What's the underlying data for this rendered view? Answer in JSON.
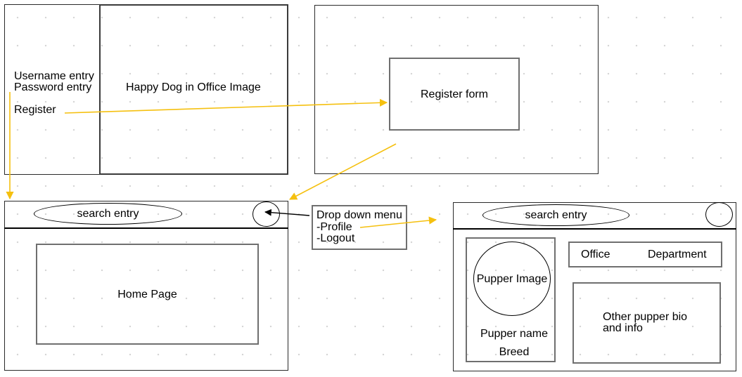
{
  "login_screen": {
    "username": "Username entry",
    "password": "Password entry",
    "register": "Register",
    "image": "Happy Dog in Office Image"
  },
  "register_screen": {
    "form": "Register form"
  },
  "home_screen": {
    "search": "search entry",
    "content": "Home Page"
  },
  "dropdown": {
    "title": "Drop down menu",
    "items": [
      "-Profile",
      "-Logout"
    ]
  },
  "profile_screen": {
    "search": "search entry",
    "image": "Pupper Image",
    "name": "Pupper name",
    "breed": "Breed",
    "office": "Office",
    "department": "Department",
    "bio_line1": "Other pupper bio",
    "bio_line2": "and info"
  },
  "colors": {
    "flow_arrow": "#f5c00f",
    "menu_arrow": "#000000",
    "frame": "#2a2a2a",
    "inner_box": "#6f6f6f"
  }
}
